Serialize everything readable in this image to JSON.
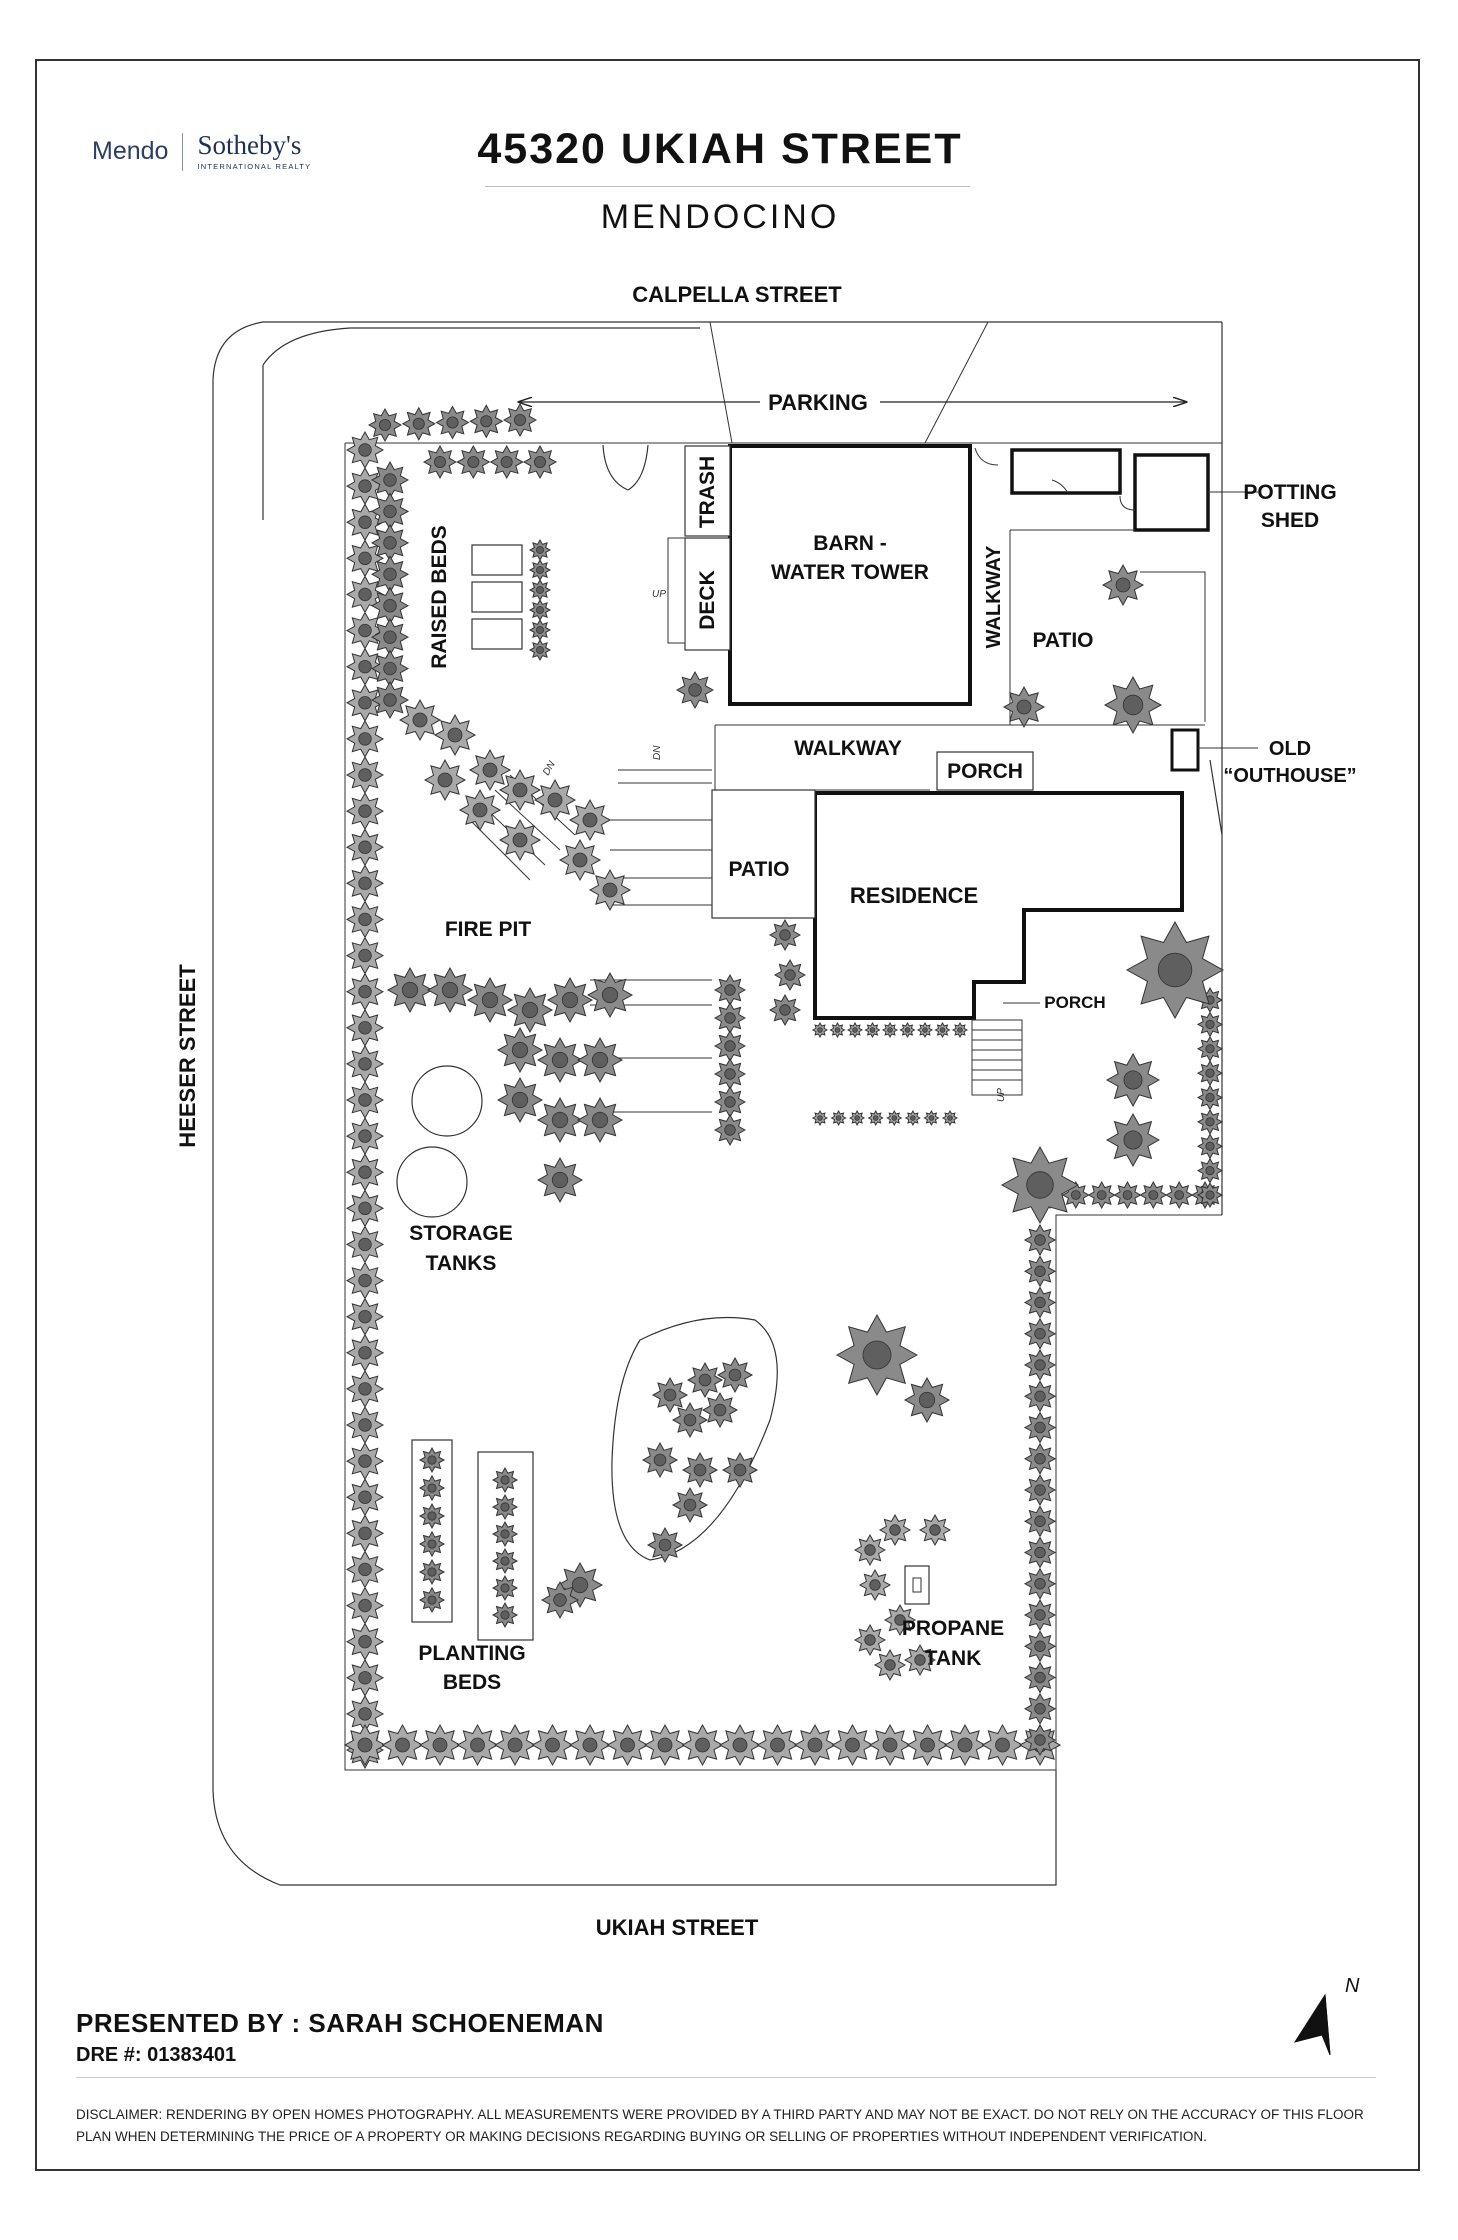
{
  "header": {
    "brand_left": "Mendo",
    "brand_right": "Sotheby's",
    "brand_sub": "INTERNATIONAL REALTY",
    "title": "45320 UKIAH STREET",
    "subtitle": "MENDOCINO"
  },
  "streets": {
    "north": "CALPELLA STREET",
    "west": "HEESER STREET",
    "south": "UKIAH STREET"
  },
  "labels": {
    "parking": "PARKING",
    "potting_shed_1": "POTTING",
    "potting_shed_2": "SHED",
    "trash": "TRASH",
    "deck": "DECK",
    "barn_1": "BARN -",
    "barn_2": "WATER TOWER",
    "walkway_vertical": "WALKWAY",
    "patio_east": "PATIO",
    "walkway_horizontal": "WALKWAY",
    "porch_north": "PORCH",
    "outhouse_1": "OLD",
    "outhouse_2": "“OUTHOUSE”",
    "raised_beds": "RAISED BEDS",
    "patio_west": "PATIO",
    "residence": "RESIDENCE",
    "fire_pit": "FIRE PIT",
    "porch_south": "PORCH",
    "storage_1": "STORAGE",
    "storage_2": "TANKS",
    "planting_1": "PLANTING",
    "planting_2": "BEDS",
    "propane_1": "PROPANE",
    "propane_2": "TANK",
    "up": "UP",
    "dn": "DN",
    "north_arrow": "N"
  },
  "footer": {
    "presented_by": "PRESENTED BY : SARAH SCHOENEMAN",
    "dre": "DRE #: 01383401",
    "disclaimer": "DISCLAIMER: RENDERING BY OPEN HOMES PHOTOGRAPHY. ALL MEASUREMENTS WERE PROVIDED BY A THIRD PARTY AND MAY NOT BE EXACT. DO NOT RELY ON THE ACCURACY OF THIS FLOOR PLAN WHEN DETERMINING THE PRICE OF A PROPERTY OR MAKING DECISIONS REGARDING BUYING OR SELLING OF PROPERTIES WITHOUT INDEPENDENT VERIFICATION."
  },
  "colors": {
    "tree_fill": "#8a8a8a",
    "tree_dark": "#5f5f5f",
    "shrub_fill": "#a9a9a9",
    "line": "#222222"
  }
}
